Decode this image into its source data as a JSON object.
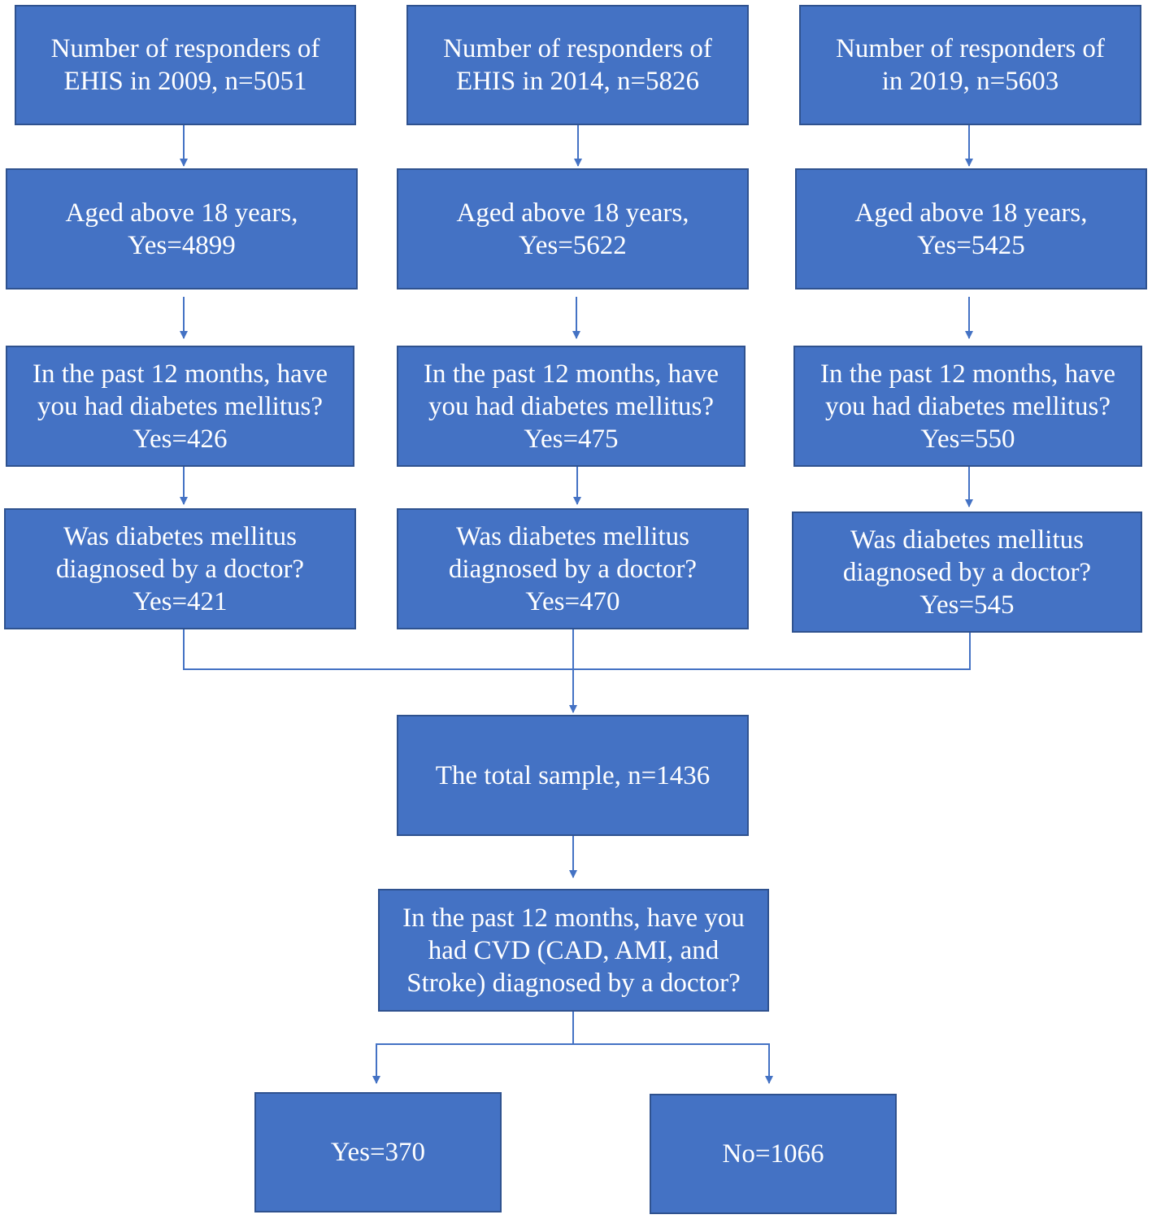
{
  "colors": {
    "box_fill": "#4472C4",
    "box_border": "#2F528F",
    "box_text": "#FFFFFF",
    "connector": "#4472C4"
  },
  "columns": [
    {
      "responders": [
        "Number of responders of",
        "EHIS in 2009, n=5051"
      ],
      "aged": [
        "Aged above 18 years,",
        "Yes=4899"
      ],
      "diabetes": [
        "In the past 12 months, have",
        "you had diabetes mellitus?",
        "Yes=426"
      ],
      "diagnosed": [
        "Was diabetes mellitus",
        "diagnosed by a doctor?",
        "Yes=421"
      ]
    },
    {
      "responders": [
        "Number of responders of",
        "EHIS in 2014, n=5826"
      ],
      "aged": [
        "Aged above 18 years,",
        "Yes=5622"
      ],
      "diabetes": [
        "In the past 12 months, have",
        "you had diabetes mellitus?",
        "Yes=475"
      ],
      "diagnosed": [
        "Was diabetes mellitus",
        "diagnosed by a doctor?",
        "Yes=470"
      ]
    },
    {
      "responders": [
        "Number of responders of",
        "in 2019, n=5603"
      ],
      "aged": [
        "Aged above 18 years,",
        "Yes=5425"
      ],
      "diabetes": [
        "In the past 12 months, have",
        "you had diabetes mellitus?",
        "Yes=550"
      ],
      "diagnosed": [
        "Was diabetes mellitus",
        "diagnosed by a doctor?",
        "Yes=545"
      ]
    }
  ],
  "total": [
    "The total sample, n=1436"
  ],
  "cvd_question": [
    "In the past 12 months, have you",
    "had CVD (CAD, AMI, and",
    "Stroke) diagnosed by a doctor?"
  ],
  "outcome_yes": [
    "Yes=370"
  ],
  "outcome_no": [
    "No=1066"
  ]
}
